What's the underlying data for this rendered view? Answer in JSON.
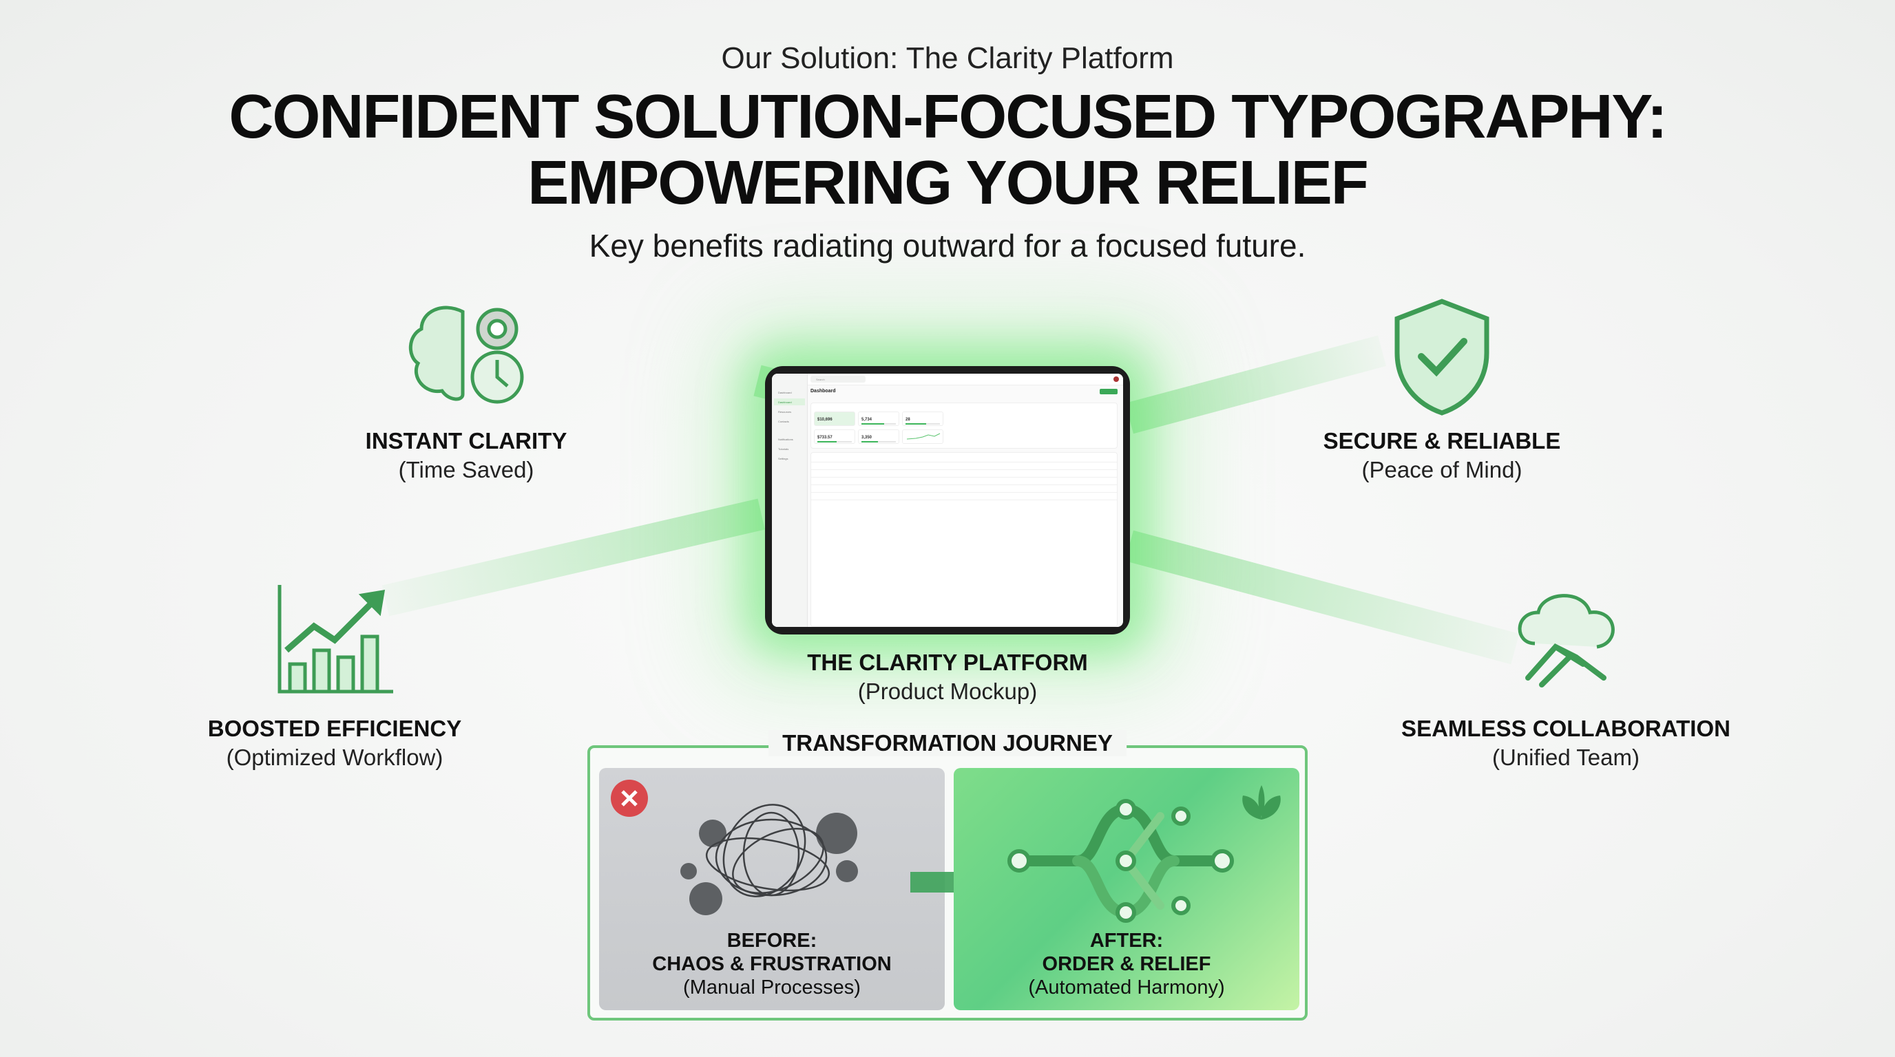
{
  "header": {
    "eyebrow": "Our Solution: The Clarity Platform",
    "headline_line1": "CONFIDENT SOLUTION-FOCUSED TYPOGRAPHY:",
    "headline_line2": "EMPOWERING YOUR RELIEF",
    "tagline": "Key benefits radiating outward for a focused future."
  },
  "benefits": [
    {
      "title": "INSTANT CLARITY",
      "subtitle": "(Time Saved)",
      "icon": "brain-gear-clock-icon"
    },
    {
      "title": "SECURE & RELIABLE",
      "subtitle": "(Peace of Mind)",
      "icon": "shield-check-icon"
    },
    {
      "title": "BOOSTED EFFICIENCY",
      "subtitle": "(Optimized Workflow)",
      "icon": "growth-chart-icon"
    },
    {
      "title": "SEAMLESS COLLABORATION",
      "subtitle": "(Unified Team)",
      "icon": "cloud-handshake-icon"
    }
  ],
  "platform": {
    "title": "THE CLARITY PLATFORM",
    "subtitle": "(Product Mockup)"
  },
  "mockup": {
    "search_placeholder": "Search",
    "page_title": "Dashboard",
    "nav": [
      "Dashboard",
      "Dashboard",
      "Resources",
      "Contacts",
      "Notifications",
      "Tutorials",
      "Settings"
    ],
    "metrics": [
      "$10,696",
      "5,734",
      "28",
      "$733.57",
      "3,350"
    ]
  },
  "journey": {
    "title": "TRANSFORMATION JOURNEY",
    "before": {
      "label": "BEFORE:",
      "title": "CHAOS & FRUSTRATION",
      "subtitle": "(Manual Processes)"
    },
    "after": {
      "label": "AFTER:",
      "title": "ORDER & RELIEF",
      "subtitle": "(Automated Harmony)"
    }
  },
  "colors": {
    "accent": "#3aa857",
    "glow": "#7fdd8a",
    "error": "#d9484c"
  }
}
